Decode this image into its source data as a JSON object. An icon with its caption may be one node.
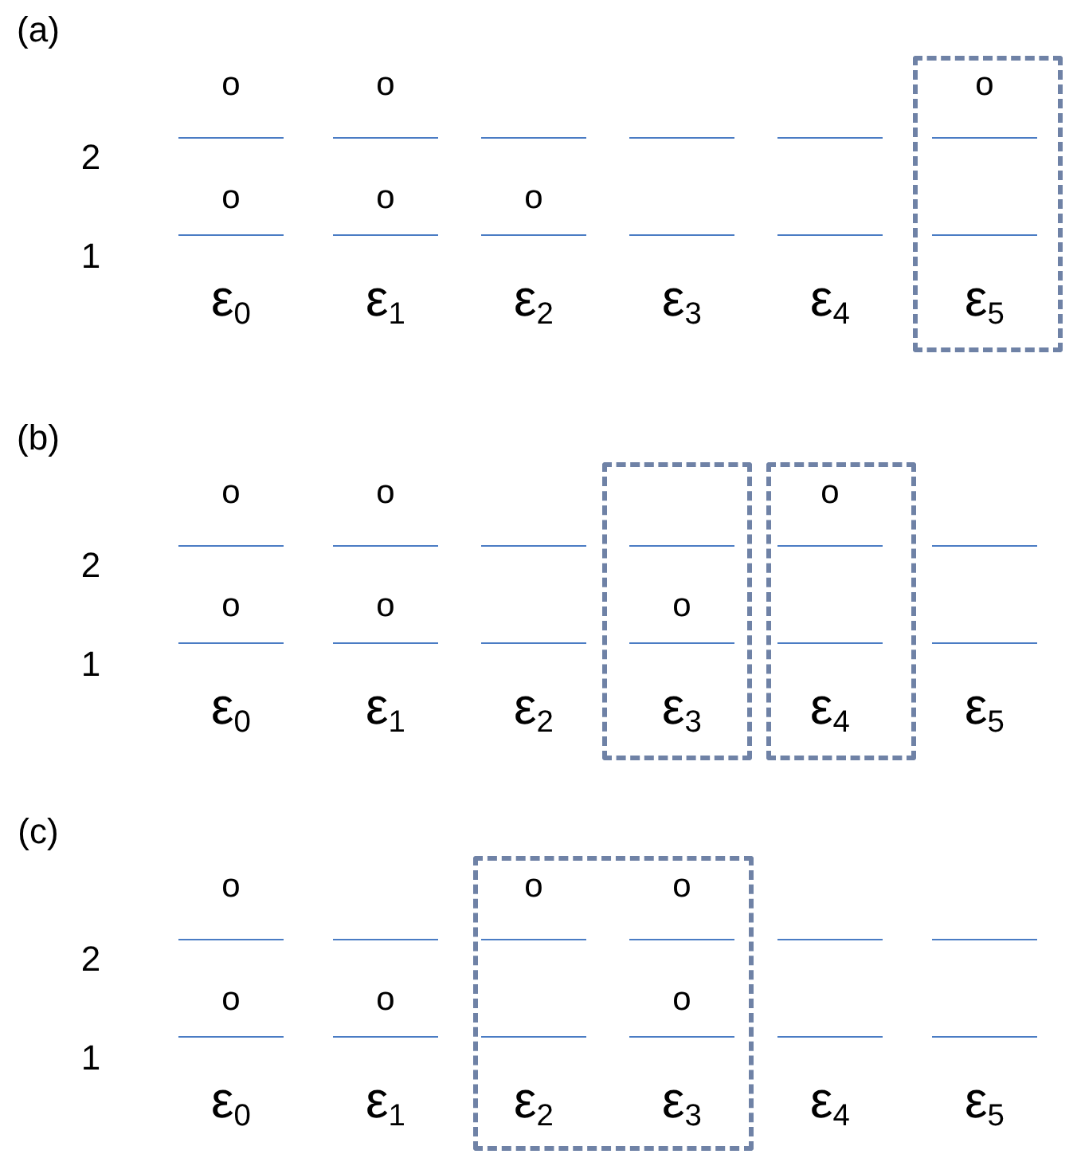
{
  "diagram": {
    "nodes": [
      {
        "text": [],
        "shape": "box"
      },
      {
        "text": [],
        "shape": "box"
      },
      {
        "text": [],
        "shape": "box"
      },
      {
        "text": [],
        "shape": "box"
      }
    ],
    "labels": [
      "(a)",
      "o",
      "o",
      "o",
      "2",
      "o",
      "o",
      "o",
      "1",
      "ε$_{0}$",
      "ε$_{1}$",
      "ε$_{2}$",
      "ε$_{3}$",
      "ε$_{4}$",
      "ε$_{5}$",
      "(b)",
      "o",
      "o",
      "o",
      "2",
      "o",
      "o",
      "o",
      "1",
      "ε$_{0}$",
      "ε$_{1}$",
      "ε$_{2}$",
      "ε$_{3}$",
      "ε$_{4}$",
      "ε$_{5}$",
      "(c)",
      "o",
      "o",
      "o",
      "2",
      "o",
      "o",
      "o",
      "1",
      "ε$_{0}$",
      "ε$_{1}$",
      "ε$_{2}$",
      "ε$_{3}$",
      "ε$_{4}$",
      "ε$_{5}$"
    ]
  }
}
